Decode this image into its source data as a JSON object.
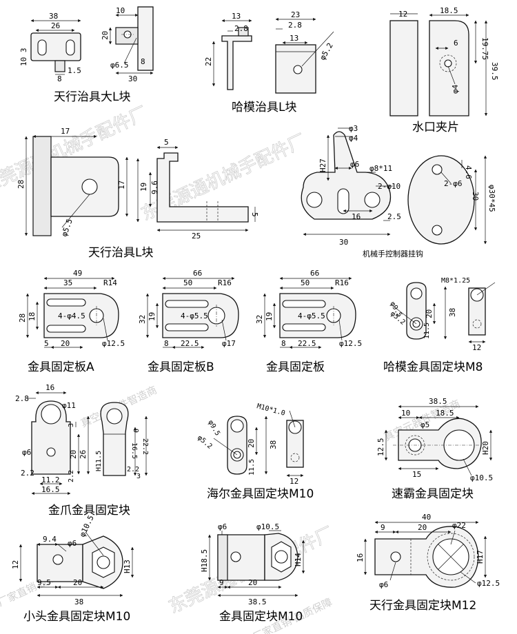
{
  "watermark": {
    "lines": [
      "东莞源通机械手配件厂",
      "真空元器件智造商",
      "厂家直销 品质保障"
    ]
  },
  "parts": [
    {
      "id": "p1",
      "name": "天行治具大L块",
      "dims": [
        "38",
        "26",
        "10",
        "20",
        "10 3",
        "φ6.5",
        "8",
        "1.5",
        "30",
        "8"
      ]
    },
    {
      "id": "p2",
      "name": "哈模治具L块",
      "dims": [
        "13",
        "2.8",
        "22",
        "23",
        "2.8",
        "13",
        "φ5.2"
      ]
    },
    {
      "id": "p3",
      "name": "水口夹片",
      "dims": [
        "12",
        "18.5",
        "19.75",
        "39.5",
        "6",
        "φ4"
      ]
    },
    {
      "id": "p4",
      "name": "天行治具L块",
      "dims": [
        "17",
        "28",
        "17",
        "φ5.5",
        "5",
        "19",
        "9.6",
        "25",
        "5"
      ]
    },
    {
      "id": "p5",
      "name": "机械手控制器挂钩",
      "dims": [
        "φ3",
        "φ4",
        "H27",
        "φ6",
        "φ8*11",
        "2-φ10",
        "16",
        "2.5",
        "30",
        "4.6",
        "2-φ6",
        "30",
        "φ30*45"
      ]
    },
    {
      "id": "p6",
      "name": "金具固定板A",
      "dims": [
        "49",
        "35",
        "R14",
        "28",
        "18",
        "4-φ4.5",
        "5",
        "20",
        "φ12.5"
      ]
    },
    {
      "id": "p7",
      "name": "金具固定板B",
      "dims": [
        "66",
        "50",
        "R16",
        "32",
        "19",
        "4-φ5.5",
        "8",
        "22.5",
        "φ17"
      ]
    },
    {
      "id": "p8",
      "name": "金具固定板",
      "dims": [
        "66",
        "50",
        "R16",
        "32",
        "19",
        "4-φ5.5",
        "8",
        "22.5",
        "φ12.5"
      ]
    },
    {
      "id": "p9",
      "name": "哈模金具固定块M8",
      "dims": [
        "M8*1.25",
        "φ9.5",
        "φ5.2",
        "20",
        "38",
        "11.5",
        "12"
      ]
    },
    {
      "id": "p10",
      "name": "金爪金具固定块",
      "dims": [
        "16",
        "2.8",
        "φ11",
        "3",
        "φ6",
        "20",
        "26",
        "2.2",
        "11.2",
        "2.2",
        "16.5",
        "9",
        "H11.5",
        "16.5",
        "22.2",
        "2.2",
        "3"
      ]
    },
    {
      "id": "p11",
      "name": "海尔金具固定块M10",
      "dims": [
        "M10*1.0",
        "φ9.5",
        "φ5.2",
        "20",
        "38",
        "11.5",
        "12"
      ]
    },
    {
      "id": "p12",
      "name": "速霸金具固定块",
      "dims": [
        "38.5",
        "10",
        "18.5",
        "φ5",
        "12.5",
        "H20",
        "15",
        "φ10.5"
      ]
    },
    {
      "id": "p13",
      "name": "小头金具固定块M10",
      "dims": [
        "φ10.5",
        "9.4",
        "φ6",
        "12",
        "H13",
        "9.5",
        "20",
        "38"
      ]
    },
    {
      "id": "p14",
      "name": "金具固定块M10",
      "dims": [
        "φ6",
        "φ10.5",
        "H18.5",
        "H14",
        "9",
        "20",
        "38.5"
      ]
    },
    {
      "id": "p15",
      "name": "天行金具固定块M12",
      "dims": [
        "40",
        "9",
        "20",
        "φ22",
        "16",
        "H17",
        "φ6",
        "φ12.5"
      ]
    }
  ]
}
